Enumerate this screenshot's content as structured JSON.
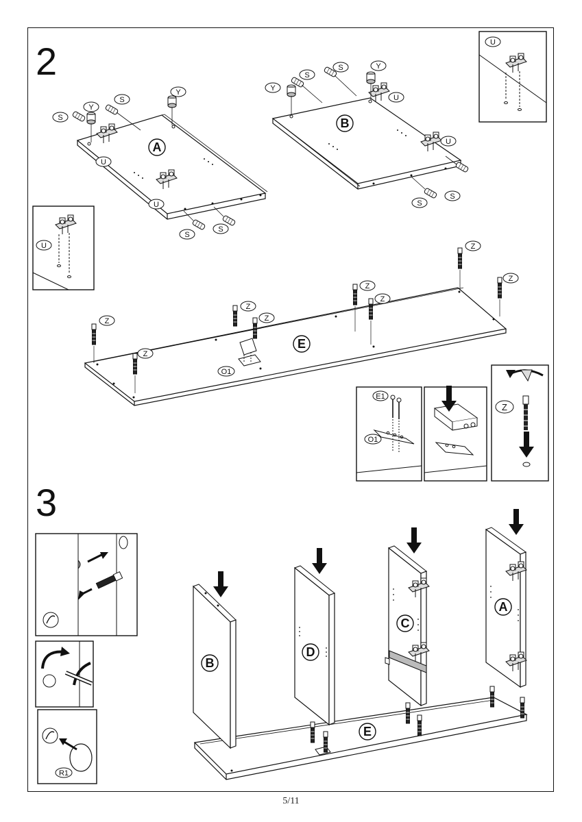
{
  "page": {
    "footer": "5/11"
  },
  "steps": [
    {
      "number": "2"
    },
    {
      "number": "3"
    }
  ],
  "panels": {
    "A": "A",
    "B": "B",
    "C": "C",
    "D": "D",
    "E": "E"
  },
  "parts": {
    "S": "S",
    "Y": "Y",
    "U": "U",
    "Z": "Z",
    "O1": "O1",
    "E1": "E1",
    "R1": "R1"
  },
  "icons": [
    "screwdriver-rotate-icon",
    "down-arrow-icon",
    "sticker-cap-icon",
    "hinge-plate-icon",
    "cam-bolt-icon",
    "dowel-icon",
    "cam-lock-icon"
  ]
}
